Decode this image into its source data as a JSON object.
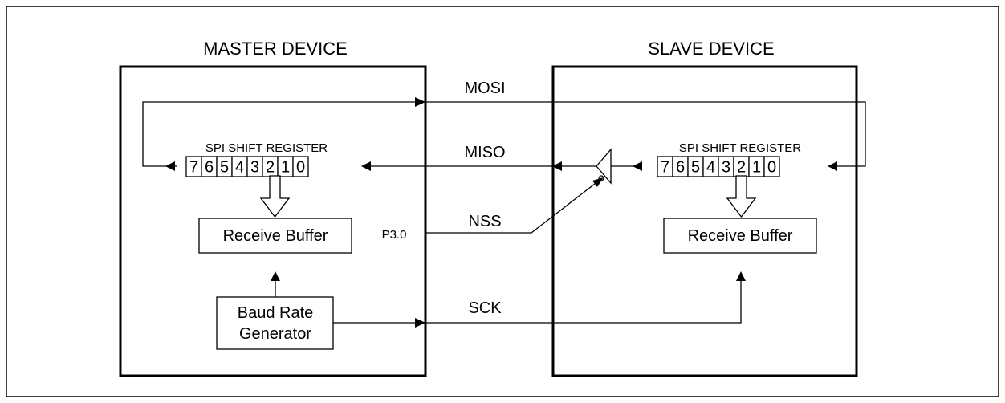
{
  "master": {
    "title": "MASTER DEVICE",
    "register_label": "SPI SHIFT REGISTER",
    "bits": [
      "7",
      "6",
      "5",
      "4",
      "3",
      "2",
      "1",
      "0"
    ],
    "receive_buffer": "Receive Buffer",
    "baud_line1": "Baud Rate",
    "baud_line2": "Generator",
    "pin": "P3.0"
  },
  "slave": {
    "title": "SLAVE DEVICE",
    "register_label": "SPI SHIFT REGISTER",
    "bits": [
      "7",
      "6",
      "5",
      "4",
      "3",
      "2",
      "1",
      "0"
    ],
    "receive_buffer": "Receive Buffer"
  },
  "signals": {
    "mosi": "MOSI",
    "miso": "MISO",
    "nss": "NSS",
    "sck": "SCK"
  }
}
